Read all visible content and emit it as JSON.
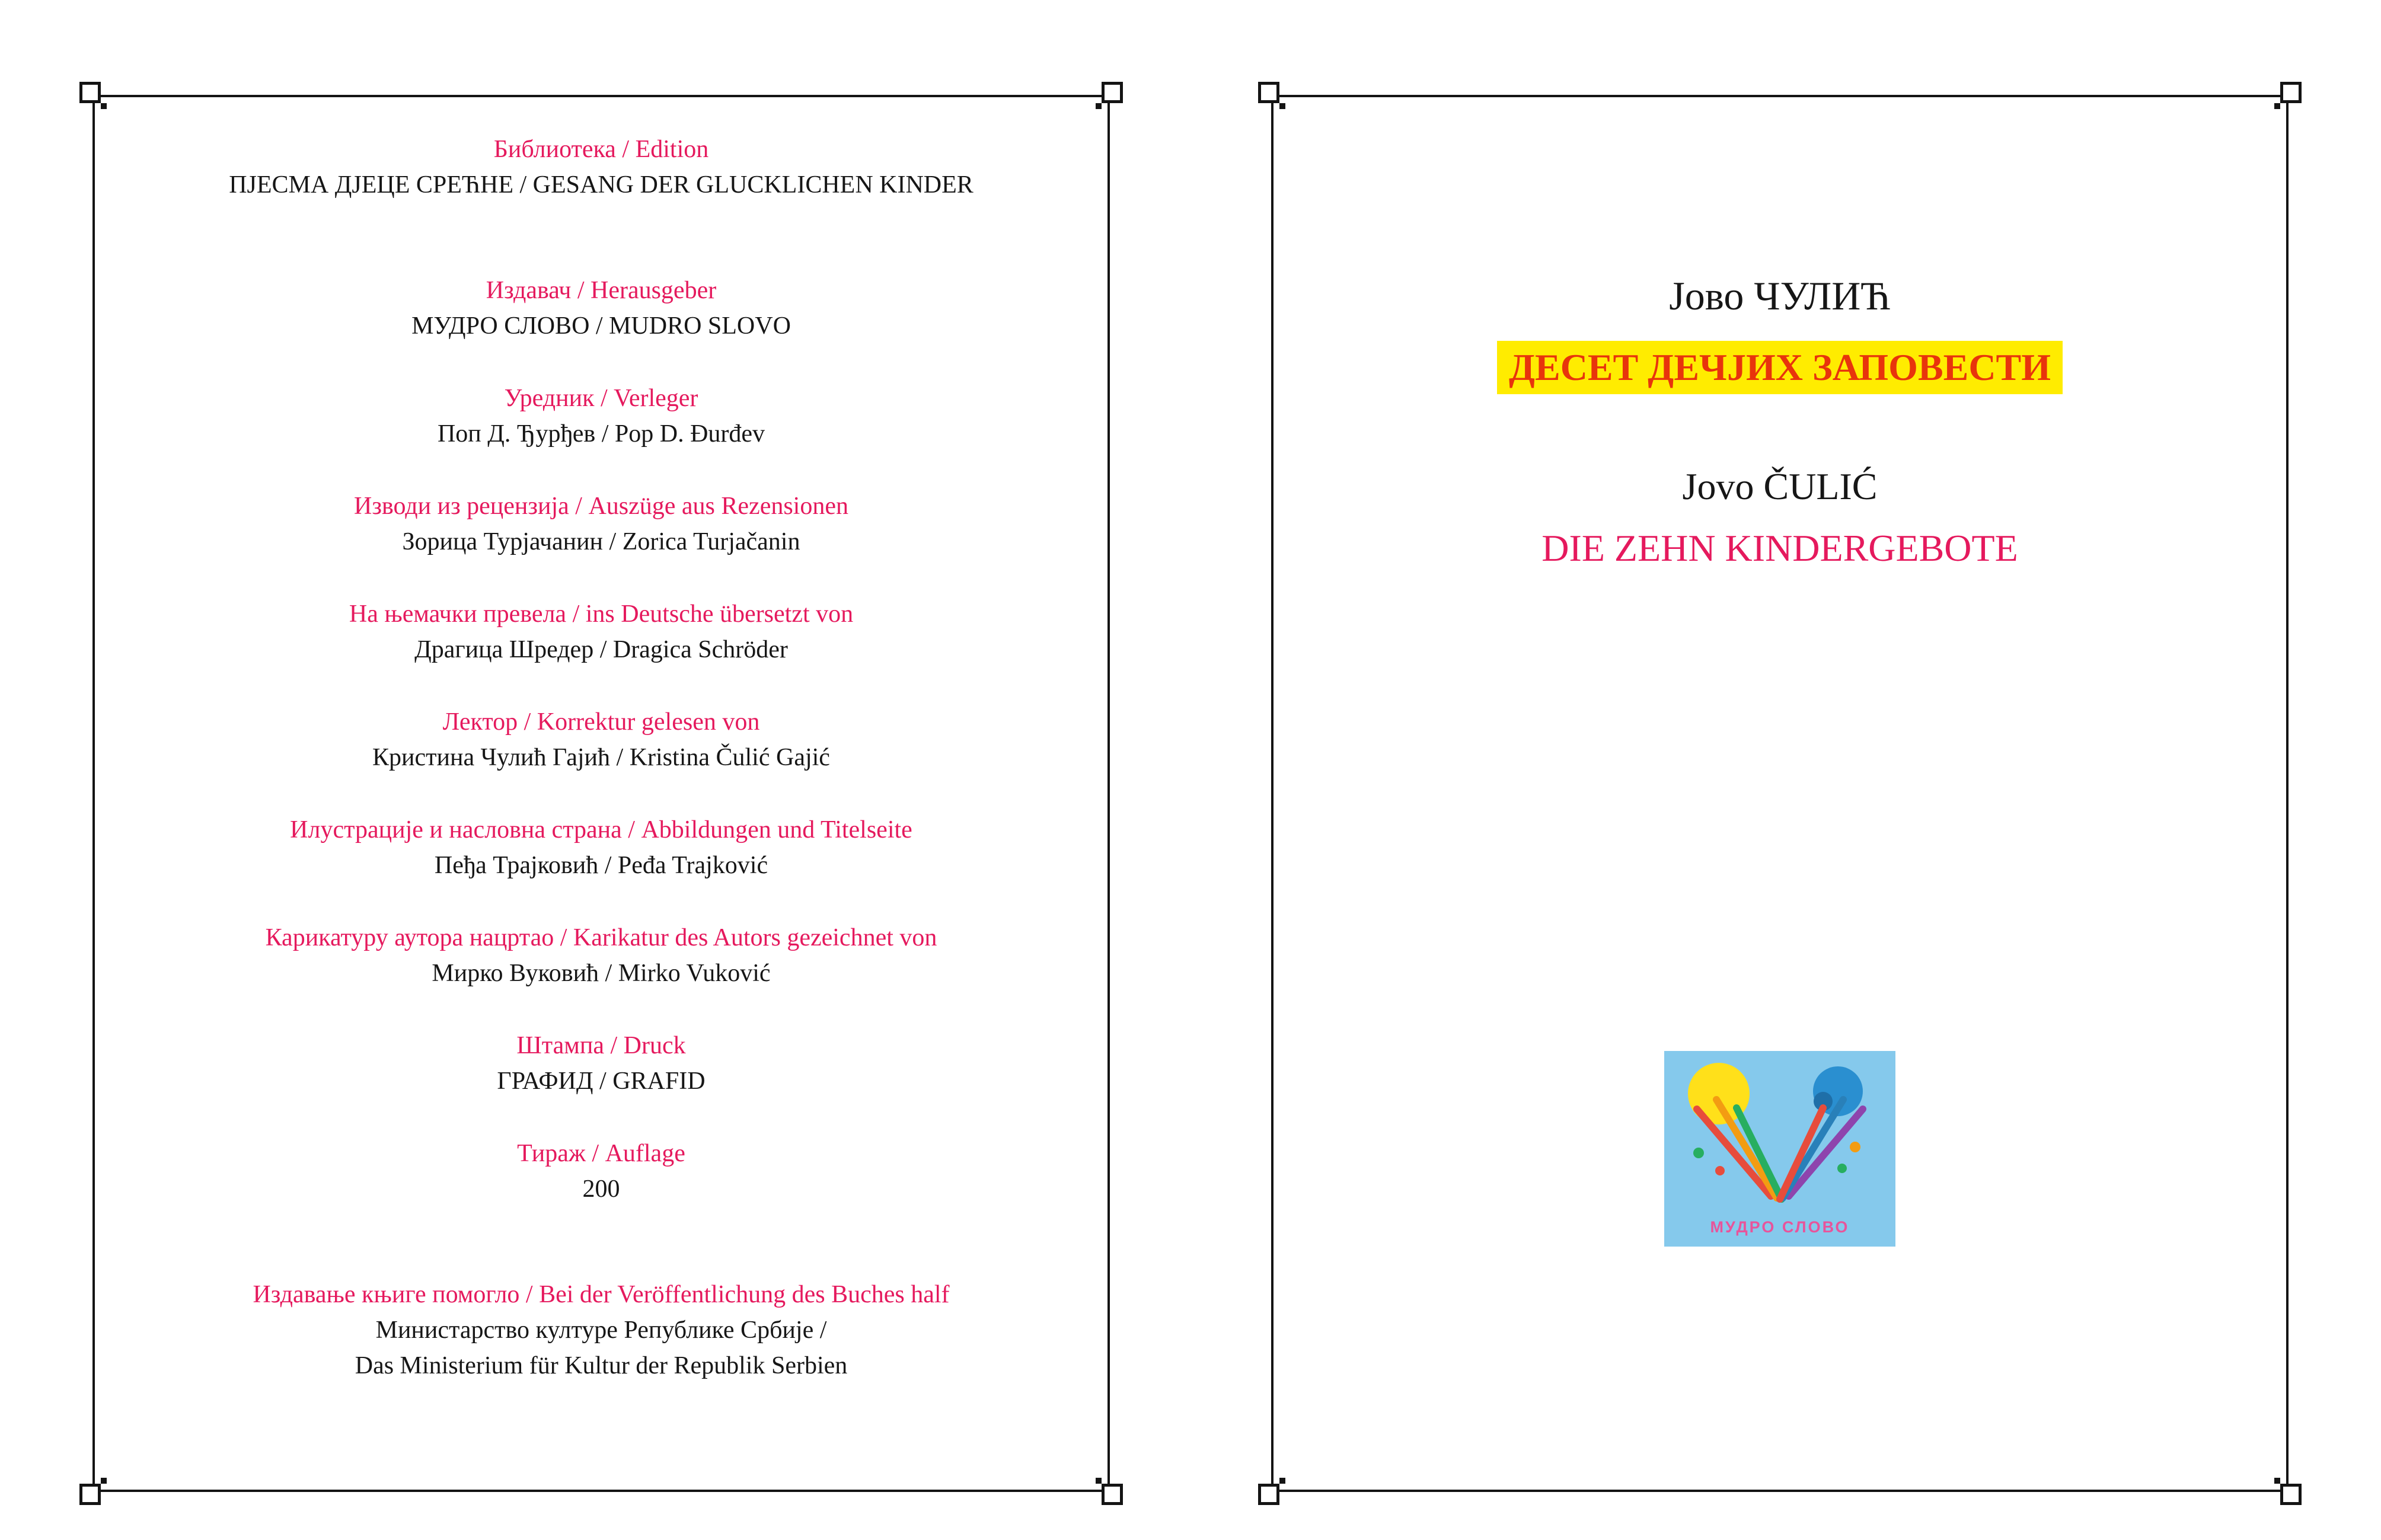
{
  "colors": {
    "accent_pink": "#e5195d",
    "title_red": "#e8340c",
    "title_highlight_yellow": "#ffec00",
    "text_black": "#161616",
    "logo_background_blue": "#85c9ec",
    "logo_text_pink": "#e8549b"
  },
  "left_page": {
    "sections": [
      {
        "label": "Библиотека / Edition",
        "lines": [
          "ПЈЕСМА ДЈЕЦЕ СРЕЋНЕ / GESANG DER GLUCKLICHEN KINDER"
        ]
      },
      {
        "label": "Издавач / Herausgeber",
        "lines": [
          "МУДРО СЛОВО / MUDRO SLOVO"
        ]
      },
      {
        "label": "Уредник / Verleger",
        "lines": [
          "Поп Д. Ђурђев / Pop D. Đurđev"
        ]
      },
      {
        "label": "Изводи из рецензија / Auszüge aus Rezensionen",
        "lines": [
          "Зорица Турјачанин / Zorica Turjačanin"
        ]
      },
      {
        "label": "На њемачки превела / ins Deutsche übersetzt von",
        "lines": [
          "Драгица Шредер / Dragica Schröder"
        ]
      },
      {
        "label": "Лектор / Korrektur gelesen von",
        "lines": [
          "Кристина Чулић Гајић / Kristina Čulić Gajić"
        ]
      },
      {
        "label": "Илустрације и насловна страна / Abbildungen und Titelseite",
        "lines": [
          "Пеђа Трајковић / Peđa Trajković"
        ]
      },
      {
        "label": "Карикатуру аутора нацртао / Karikatur des Autors gezeichnet von",
        "lines": [
          "Мирко Вуковић / Mirko Vuković"
        ]
      },
      {
        "label": "Штампа / Druck",
        "lines": [
          "ГРАФИД / GRAFID"
        ]
      },
      {
        "label": "Тираж / Auflage",
        "lines": [
          "200"
        ]
      },
      {
        "label": "Издавање књиге помогло / Bei der Veröffentlichung des Buches half",
        "lines": [
          "Министарство културе Републике Србије /",
          "Das Ministerium für Kultur der Republik Serbien"
        ]
      }
    ]
  },
  "right_page": {
    "author_cyrillic": "Јово ЧУЛИЋ",
    "title_cyrillic": "ДЕСЕТ ДЕЧЈИХ ЗАПОВЕСТИ",
    "author_latin": "Jovo ČULIĆ",
    "title_german": "DIE ZEHN KINDERGEBOTE",
    "logo": {
      "text": "МУДРО СЛОВО"
    }
  }
}
